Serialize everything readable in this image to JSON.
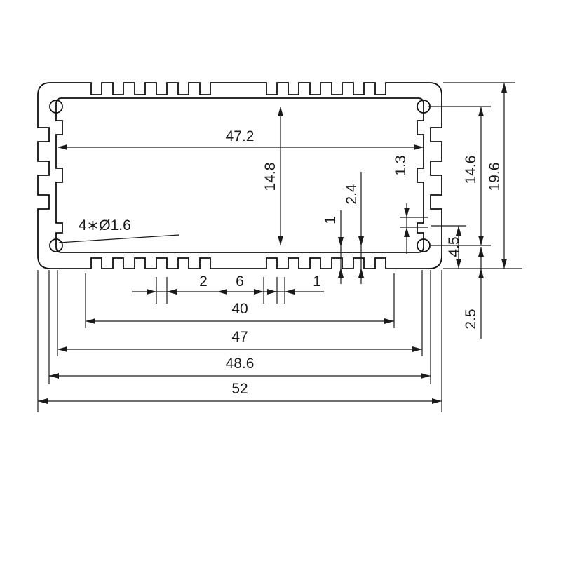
{
  "colors": {
    "line": "#1a1a1a",
    "background": "#ffffff"
  },
  "hole_note": "4∗Ø1.6",
  "dimensions": {
    "inner_width": "47.2",
    "inner_height": "14.8",
    "wall_1_3": "1.3",
    "fin_2_4": "2.4",
    "fin_1_vertical": "1",
    "height_14_6": "14.6",
    "height_19_6": "19.6",
    "dim_4_5": "4.5",
    "dim_2_5": "2.5",
    "fin_width_2": "2",
    "fin_pitch_6": "6",
    "fin_gap_1": "1",
    "width_40": "40",
    "width_47": "47",
    "width_48_6": "48.6",
    "width_52": "52"
  }
}
